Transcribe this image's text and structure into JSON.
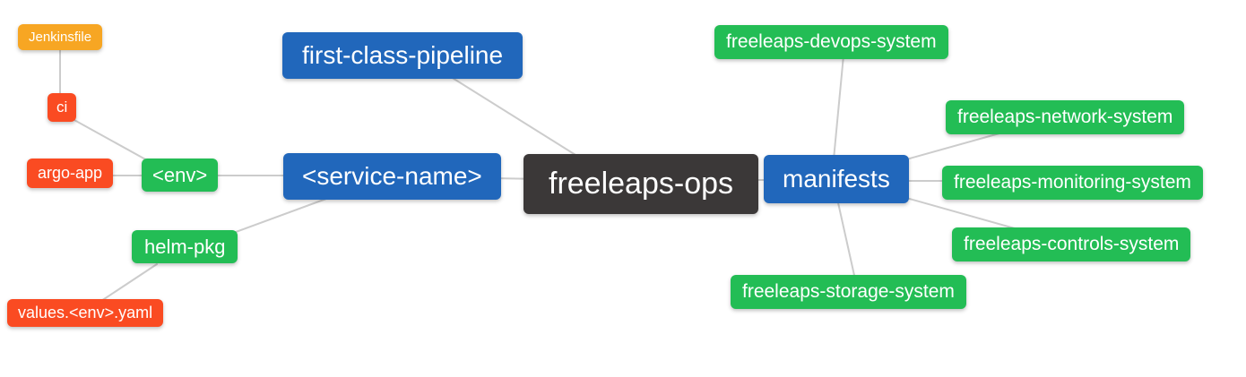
{
  "colors": {
    "root": "#3B3838",
    "branch": "#2167BB",
    "green": "#23BD55",
    "orange": "#F7A623",
    "red": "#FA4B22",
    "line": "#CCCCCC",
    "text": "#FFFFFF"
  },
  "nodes": {
    "root": {
      "label": "freeleaps-ops"
    },
    "first_class_pipeline": {
      "label": "first-class-pipeline"
    },
    "service_name": {
      "label": "<service-name>"
    },
    "env": {
      "label": "<env>"
    },
    "ci": {
      "label": "ci"
    },
    "jenkinsfile": {
      "label": "Jenkinsfile"
    },
    "argo_app": {
      "label": "argo-app"
    },
    "helm_pkg": {
      "label": "helm-pkg"
    },
    "values_env_yaml": {
      "label": "values.<env>.yaml"
    },
    "manifests": {
      "label": "manifests"
    },
    "devops_system": {
      "label": "freeleaps-devops-system"
    },
    "network_system": {
      "label": "freeleaps-network-system"
    },
    "monitoring_system": {
      "label": "freeleaps-monitoring-system"
    },
    "controls_system": {
      "label": "freeleaps-controls-system"
    },
    "storage_system": {
      "label": "freeleaps-storage-system"
    }
  },
  "edges": [
    {
      "from": "jenkinsfile",
      "to": "ci"
    },
    {
      "from": "ci",
      "to": "env"
    },
    {
      "from": "argo_app",
      "to": "env"
    },
    {
      "from": "env",
      "to": "service_name"
    },
    {
      "from": "service_name",
      "to": "root"
    },
    {
      "from": "first_class_pipeline",
      "to": "root"
    },
    {
      "from": "helm_pkg",
      "to": "service_name"
    },
    {
      "from": "values_env_yaml",
      "to": "helm_pkg"
    },
    {
      "from": "root",
      "to": "manifests"
    },
    {
      "from": "manifests",
      "to": "devops_system"
    },
    {
      "from": "manifests",
      "to": "network_system"
    },
    {
      "from": "manifests",
      "to": "monitoring_system"
    },
    {
      "from": "manifests",
      "to": "controls_system"
    },
    {
      "from": "manifests",
      "to": "storage_system"
    }
  ]
}
